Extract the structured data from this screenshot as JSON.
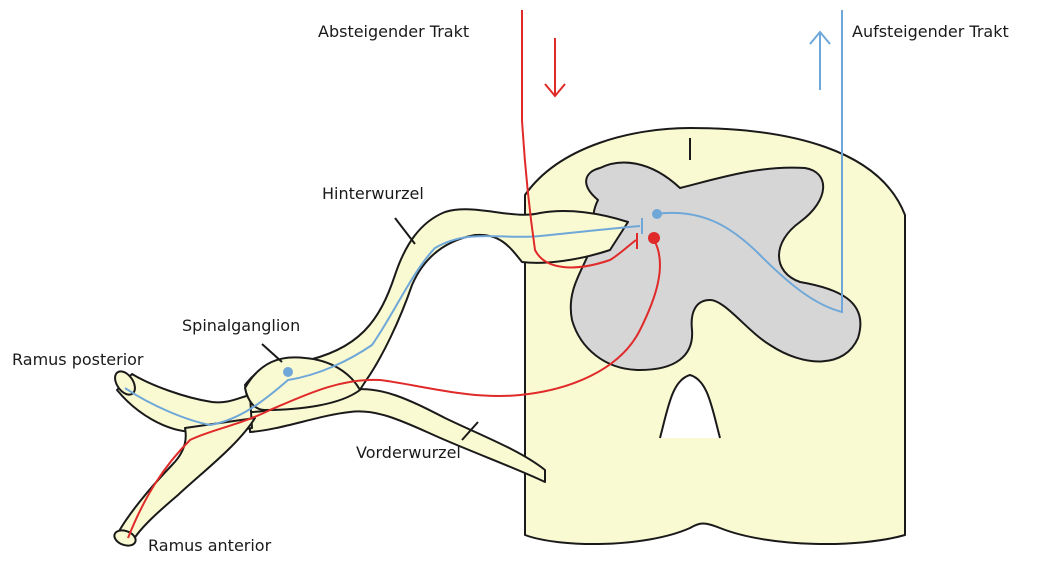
{
  "colors": {
    "tissue_fill": "#fafad2",
    "grey_matter_fill": "#d6d6d6",
    "outline": "#1a1a1a",
    "efferent": "#e02a2a",
    "afferent": "#6fa8d8"
  },
  "labels": {
    "descending_tract": "Absteigender Trakt",
    "ascending_tract": "Aufsteigender Trakt",
    "dorsal_root": "Hinterwurzel",
    "spinal_ganglion": "Spinalganglion",
    "ramus_posterior": "Ramus posterior",
    "ventral_root": "Vorderwurzel",
    "ramus_anterior": "Ramus anterior"
  }
}
